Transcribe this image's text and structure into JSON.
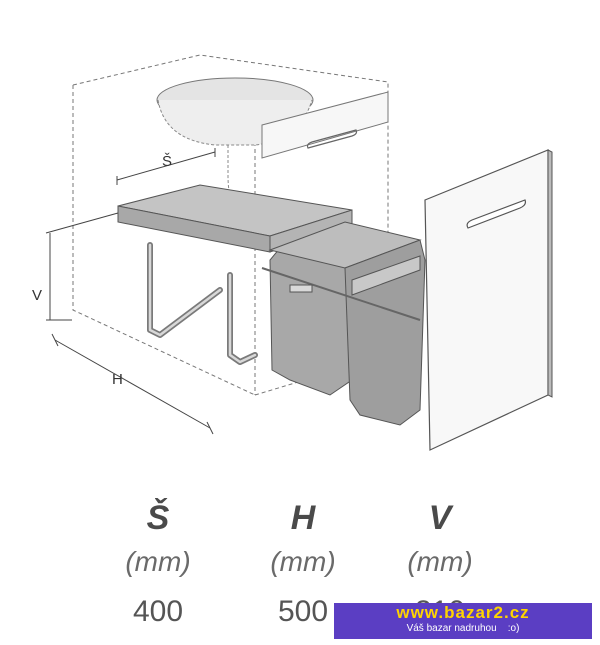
{
  "diagram": {
    "dim_labels": {
      "width": "Š",
      "height": "V",
      "depth": "H"
    }
  },
  "specs": [
    {
      "letter": "Š",
      "unit": "(mm)",
      "value": "400"
    },
    {
      "letter": "H",
      "unit": "(mm)",
      "value": "500"
    },
    {
      "letter": "V",
      "unit": "(mm)",
      "value": "310"
    }
  ],
  "watermark": {
    "url": "www.bazar2.cz",
    "tagline": "Váš bazar nadruhou    :o)"
  },
  "colors": {
    "shelf": "#c4c4c4",
    "bins": "#a8a8a8",
    "banner": "#5b3ec3",
    "banner_text": "#ffd400"
  }
}
